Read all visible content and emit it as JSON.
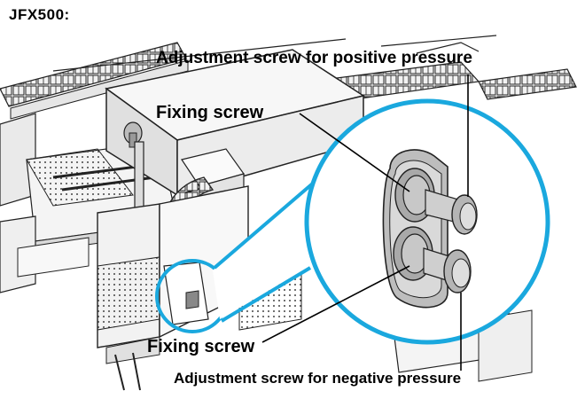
{
  "title": "JFX500:",
  "labels": {
    "adjust_positive": "Adjustment screw for positive pressure",
    "fixing_top": "Fixing screw",
    "fixing_bottom": "Fixing screw",
    "adjust_negative": "Adjustment screw for negative pressure"
  },
  "colors": {
    "callout": "#1aa8de",
    "ink": "#000000",
    "gray_body": "#d4d4d4",
    "gray_dark": "#8a8a8a"
  }
}
